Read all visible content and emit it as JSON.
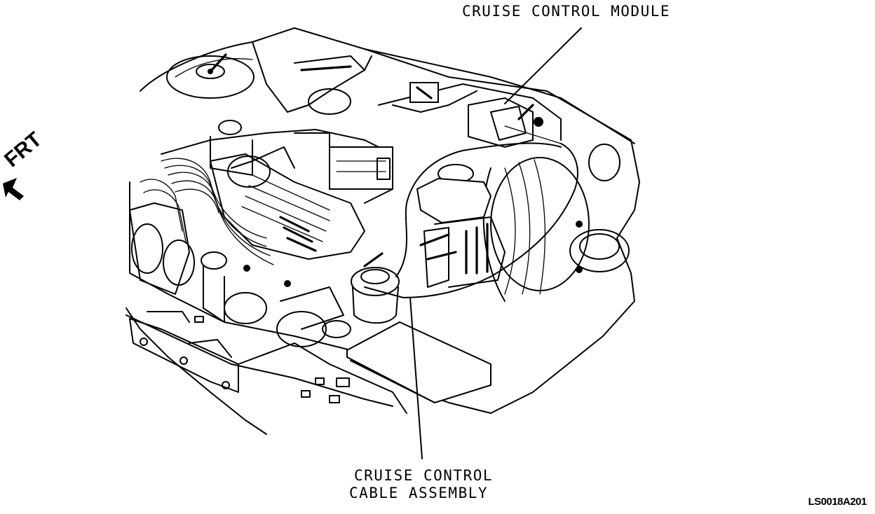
{
  "labels": {
    "cruise_control_module": "CRUISE CONTROL MODULE",
    "cable_assembly_line1": "CRUISE CONTROL",
    "cable_assembly_line2": "CABLE ASSEMBLY",
    "front_indicator": "FRT",
    "figure_code": "LS0018A201"
  },
  "colors": {
    "line": "#000000",
    "background": "#ffffff"
  }
}
